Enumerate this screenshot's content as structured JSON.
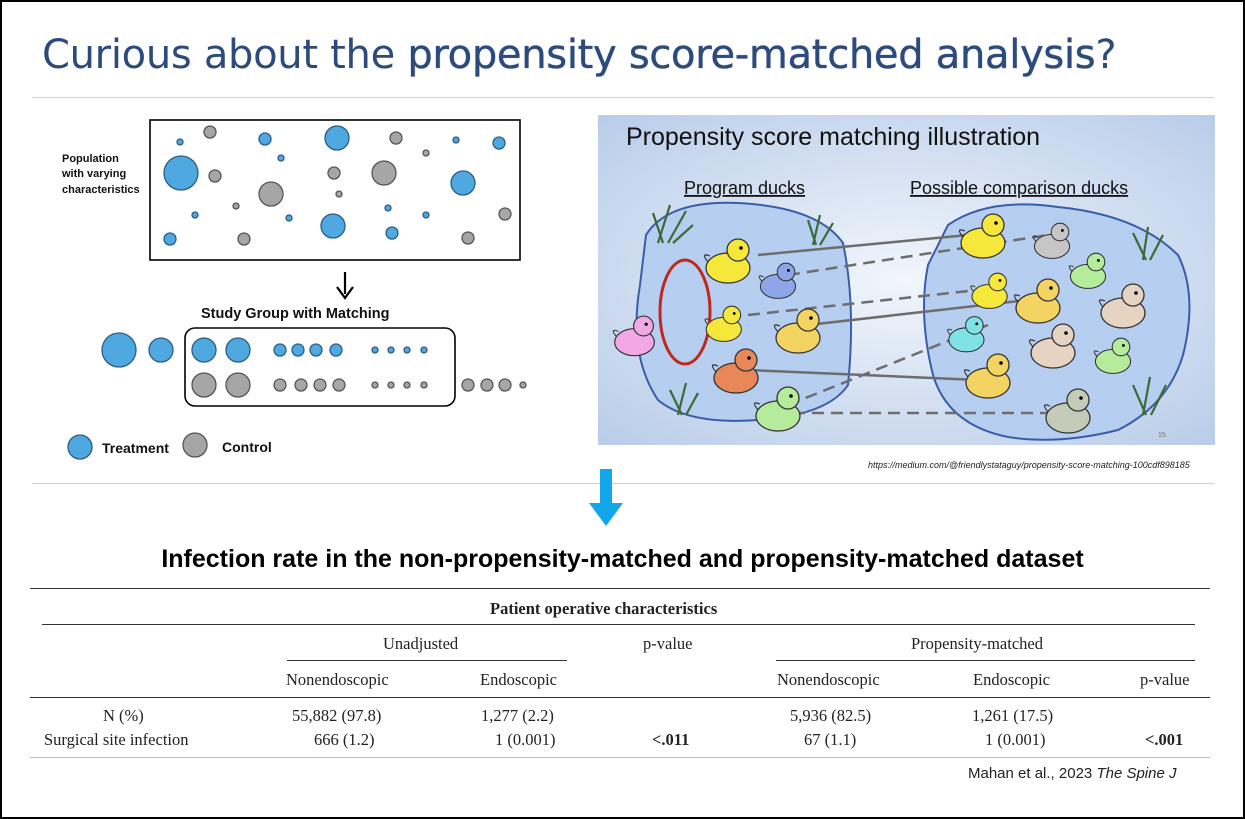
{
  "slide": {
    "title_prefix": "Curious about the ",
    "title_bold": "propensity score-matched analysis",
    "title_suffix": "?"
  },
  "diagram": {
    "population_label": [
      "Population",
      "with varying",
      "characteristics"
    ],
    "study_group_label": "Study Group with Matching",
    "legend": {
      "treatment": "Treatment",
      "control": "Control"
    },
    "colors": {
      "treatment": "#4fa8e0",
      "control": "#a6a6a6"
    }
  },
  "illustration": {
    "title": "Propensity score matching illustration",
    "left_label": "Program ducks",
    "right_label": "Possible comparison ducks",
    "page_number": "15",
    "source_url": "https://medium.com/@friendlystataguy/propensity-score-matching-100cdf898185"
  },
  "subtitle": "Infection rate in the non-propensity-matched and propensity-matched dataset",
  "table": {
    "caption": "Patient operative characteristics",
    "group_unadjusted": "Unadjusted",
    "group_pvalue": "p-value",
    "group_matched": "Propensity-matched",
    "col_nonendo": "Nonendoscopic",
    "col_endo": "Endoscopic",
    "col_pvalue": "p-value",
    "rows": [
      {
        "label": "N (%)",
        "u_nonendo": "55,882 (97.8)",
        "u_endo": "1,277 (2.2)",
        "u_p": "",
        "m_nonendo": "5,936 (82.5)",
        "m_endo": "1,261 (17.5)",
        "m_p": ""
      },
      {
        "label": "Surgical site infection",
        "u_nonendo": "666 (1.2)",
        "u_endo": "1 (0.001)",
        "u_p": "<.011",
        "m_nonendo": "67 (1.1)",
        "m_endo": "1 (0.001)",
        "m_p": "<.001"
      }
    ]
  },
  "citation": {
    "authors": "Mahan et al., 2023 ",
    "journal": "The Spine J"
  }
}
